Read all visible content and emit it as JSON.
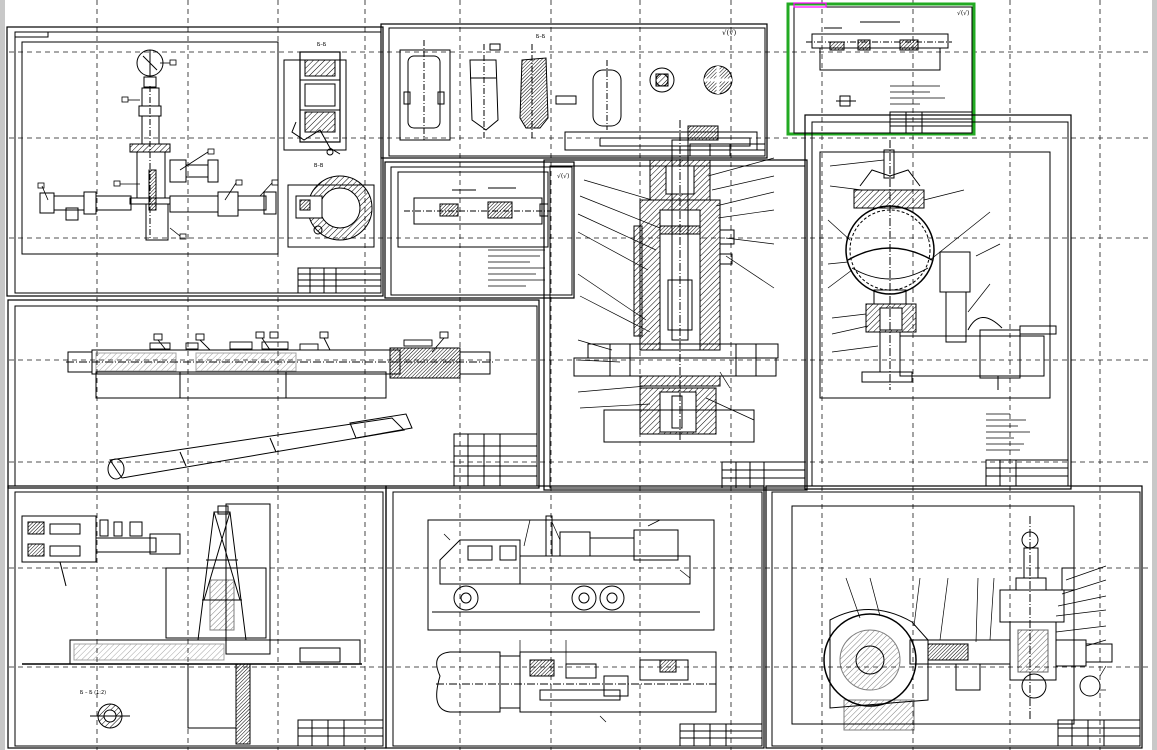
{
  "viewport": {
    "background": "#ffffff",
    "line_color": "#000000",
    "selection_color": "#22aa22",
    "selection_accent": "#ff00ff",
    "scrollbar_color": "#c8c8c8"
  },
  "sheets": [
    {
      "id": "wellhead-assembly",
      "section_label": "Б–Б",
      "section_label_2": "В–В",
      "stamp": ""
    },
    {
      "id": "mixer-parts",
      "section_label": "Б–Б",
      "roughness": "√(√)",
      "stamp": ""
    },
    {
      "id": "shaft-detail",
      "stamp": ""
    },
    {
      "id": "long-shaft",
      "stamp": ""
    },
    {
      "id": "valve-section",
      "stamp": ""
    },
    {
      "id": "small-detail",
      "roughness": "√(√)",
      "stamp": ""
    },
    {
      "id": "ball-valve",
      "stamp": ""
    },
    {
      "id": "rig-layout",
      "section_label": "Б – Б (1:2)",
      "stamp": ""
    },
    {
      "id": "truck-unit",
      "stamp": ""
    },
    {
      "id": "pump-unit",
      "stamp": ""
    }
  ]
}
